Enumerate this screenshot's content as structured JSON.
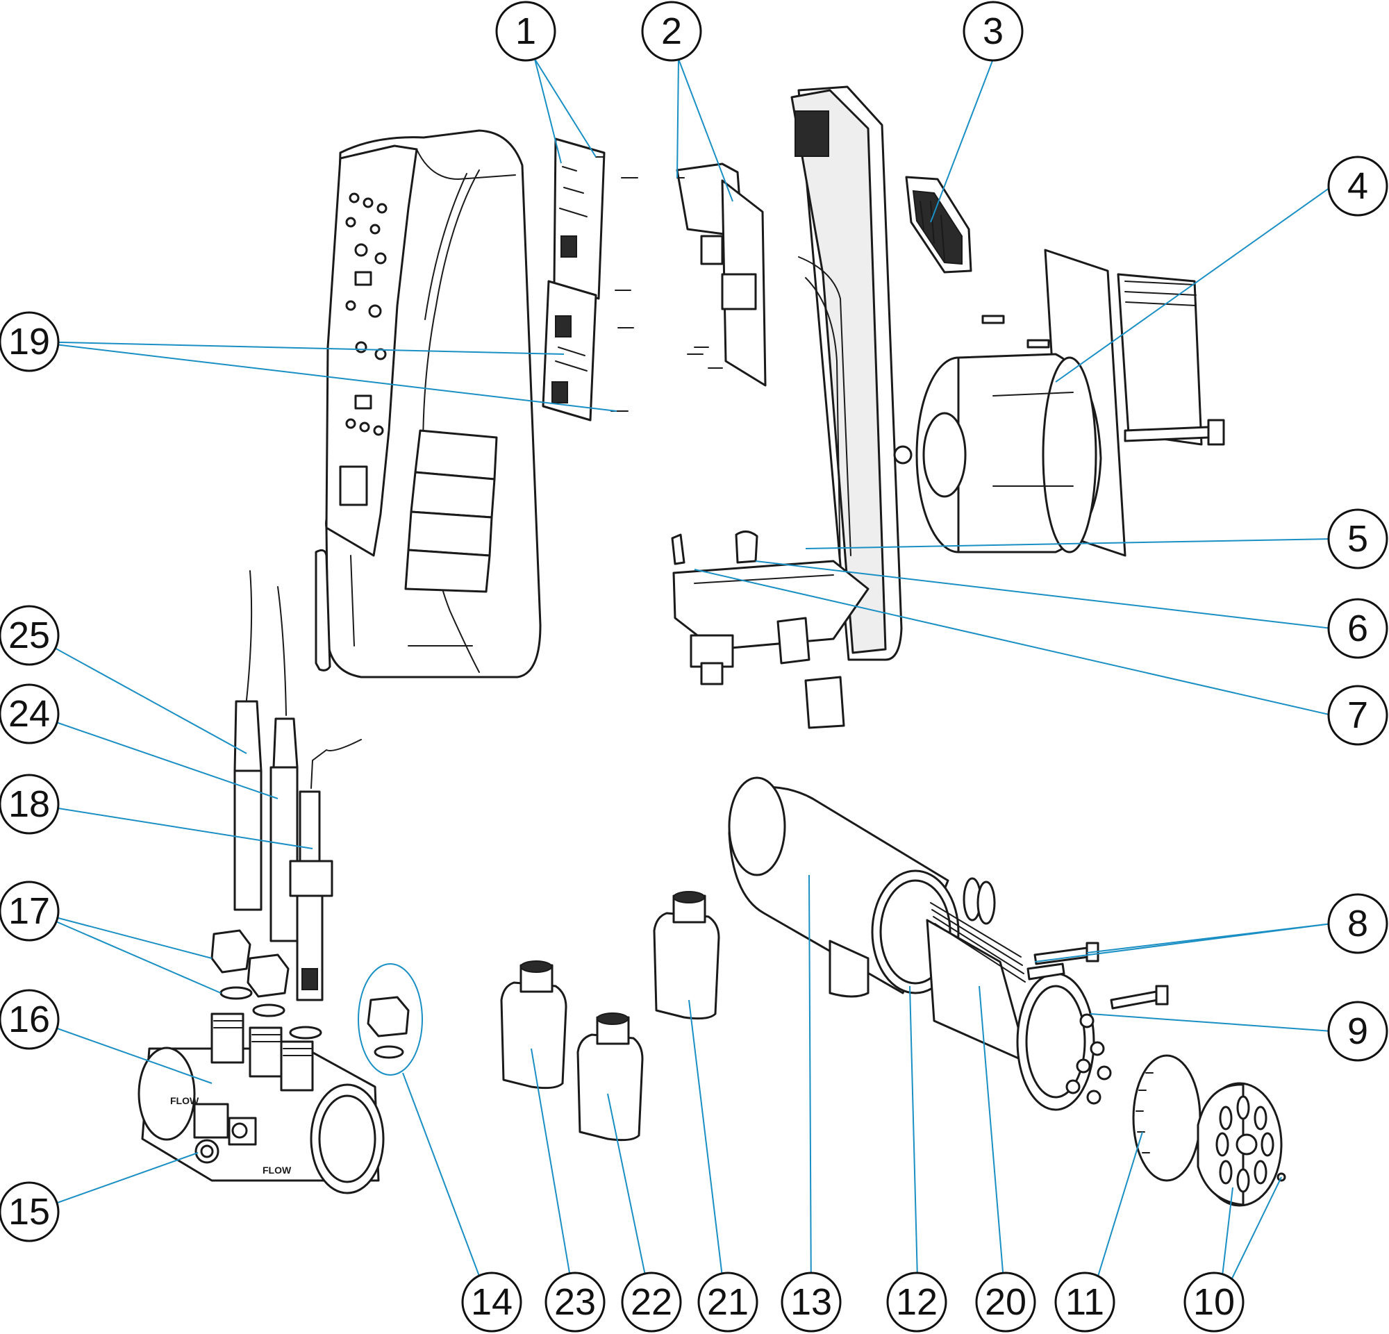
{
  "diagram": {
    "callouts": [
      {
        "id": "c1",
        "number": "1"
      },
      {
        "id": "c2",
        "number": "2"
      },
      {
        "id": "c3",
        "number": "3"
      },
      {
        "id": "c4",
        "number": "4"
      },
      {
        "id": "c5",
        "number": "5"
      },
      {
        "id": "c6",
        "number": "6"
      },
      {
        "id": "c7",
        "number": "7"
      },
      {
        "id": "c8",
        "number": "8"
      },
      {
        "id": "c9",
        "number": "9"
      },
      {
        "id": "c10",
        "number": "10"
      },
      {
        "id": "c11",
        "number": "11"
      },
      {
        "id": "c12",
        "number": "12"
      },
      {
        "id": "c13",
        "number": "13"
      },
      {
        "id": "c14",
        "number": "14"
      },
      {
        "id": "c15",
        "number": "15"
      },
      {
        "id": "c16",
        "number": "16"
      },
      {
        "id": "c17",
        "number": "17"
      },
      {
        "id": "c18",
        "number": "18"
      },
      {
        "id": "c19",
        "number": "19"
      },
      {
        "id": "c20",
        "number": "20"
      },
      {
        "id": "c21",
        "number": "21"
      },
      {
        "id": "c22",
        "number": "22"
      },
      {
        "id": "c23",
        "number": "23"
      },
      {
        "id": "c24",
        "number": "24"
      },
      {
        "id": "c25",
        "number": "25"
      }
    ],
    "flow_label": "FLOW",
    "colors": {
      "leader_line": "#1a8fc4",
      "outline": "#1a1a1a",
      "background": "#ffffff"
    }
  }
}
